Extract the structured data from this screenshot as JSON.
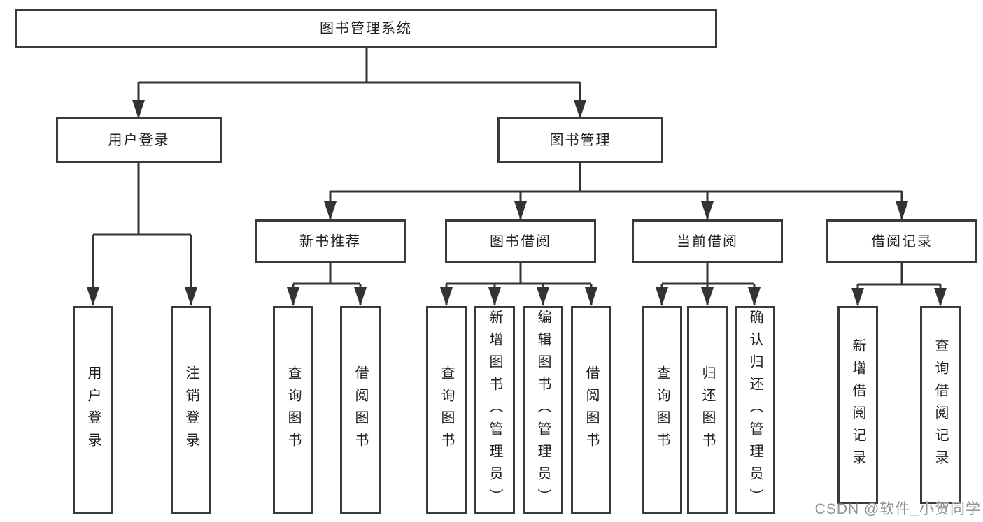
{
  "colors": {
    "line": "#333333",
    "box_border": "#3a3a3a",
    "box_fill": "#ffffff",
    "text": "#1f1f1f",
    "watermark": "#8e929a",
    "background": "#ffffff"
  },
  "watermark": {
    "text": "CSDN @软件_小贺同学"
  },
  "tree": {
    "label": "图书管理系统",
    "children": [
      {
        "label": "用户登录",
        "children": [
          {
            "label": "用户登录"
          },
          {
            "label": "注销登录"
          }
        ]
      },
      {
        "label": "图书管理",
        "children": [
          {
            "label": "新书推荐",
            "children": [
              {
                "label": "查询图书"
              },
              {
                "label": "借阅图书"
              }
            ]
          },
          {
            "label": "图书借阅",
            "children": [
              {
                "label": "查询图书"
              },
              {
                "label": "新增图书（管理员）"
              },
              {
                "label": "编辑图书（管理员）"
              },
              {
                "label": "借阅图书"
              }
            ]
          },
          {
            "label": "当前借阅",
            "children": [
              {
                "label": "查询图书"
              },
              {
                "label": "归还图书"
              },
              {
                "label": "确认归还（管理员）"
              }
            ]
          },
          {
            "label": "借阅记录",
            "children": [
              {
                "label": "新增借阅记录"
              },
              {
                "label": "查询借阅记录"
              }
            ]
          }
        ]
      }
    ]
  }
}
